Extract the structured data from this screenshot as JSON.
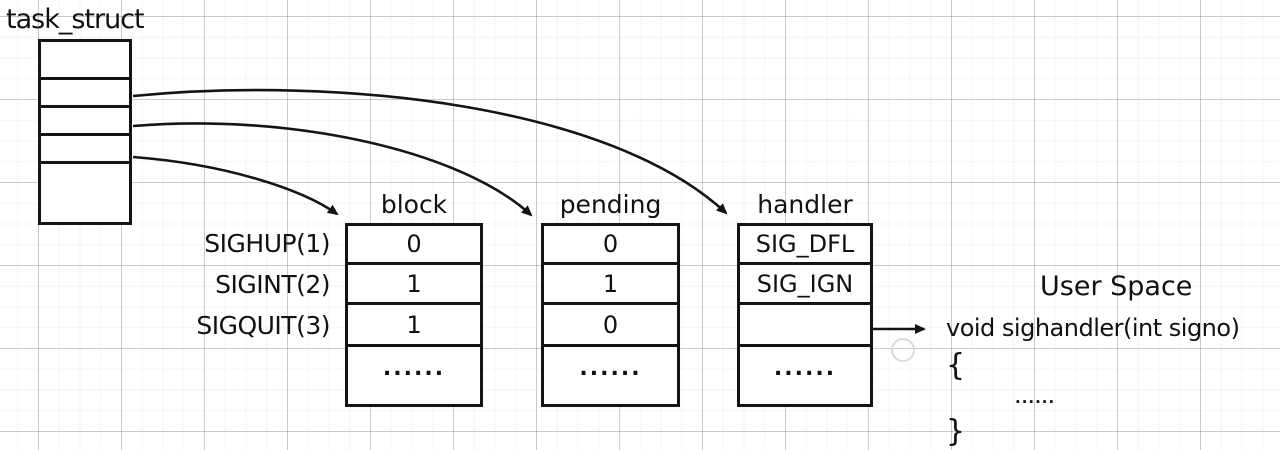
{
  "diagram": {
    "task_struct": {
      "label": "task_struct",
      "cell_count": 5
    },
    "signal_labels": [
      "SIGHUP(1)",
      "SIGINT(2)",
      "SIGQUIT(3)"
    ],
    "tables": [
      {
        "header": "block",
        "values": [
          "0",
          "1",
          "1",
          "......"
        ]
      },
      {
        "header": "pending",
        "values": [
          "0",
          "1",
          "0",
          "......"
        ]
      },
      {
        "header": "handler",
        "values": [
          "SIG_DFL",
          "SIG_IGN",
          "",
          "......"
        ]
      }
    ],
    "user_space": {
      "title": "User Space",
      "code_line1": "void sighandler(int signo)",
      "brace_open": "{",
      "body_dots": "......",
      "brace_close": "}"
    },
    "colors": {
      "line": "#141414",
      "grid_major": "#d7d7d7",
      "grid_minor": "#f2f2f2",
      "background": "#ffffff"
    }
  }
}
